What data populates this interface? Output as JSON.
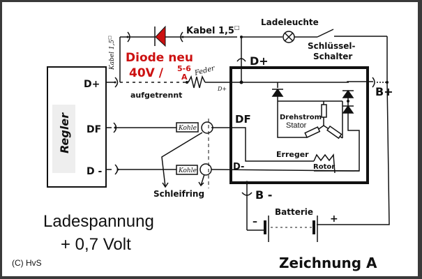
{
  "diagram": {
    "title": "Zeichnung A",
    "copyright": "(C) HvS",
    "caption_line1": "Ladespannung",
    "caption_line2": "+ 0,7 Volt",
    "regulator": {
      "label": "Regler",
      "terminals": [
        "D+",
        "DF",
        "D -"
      ]
    },
    "alternator": {
      "terminals": {
        "d_plus": "D+",
        "b_plus": "B+",
        "b_minus": "B -",
        "df": "DF",
        "d_minus": "D-",
        "d_plus_small": "D+"
      },
      "stator_line1": "Drehstrom",
      "stator_line2": "Stator",
      "rotor_line1": "Erreger",
      "rotor_line2": "Rotor"
    },
    "diode": {
      "label_line1": "Diode neu",
      "label_voltage": "40V /",
      "label_current_top": "5-6",
      "label_current_bottom": "A",
      "color": "#cc1111"
    },
    "cable_top": "Kabel 1,5",
    "cable_top_unit": "□",
    "cable_vertical": "Kabel 1,5",
    "cable_vertical_unit": "□",
    "separated": "aufgetrennt",
    "spring": "Feder",
    "lamp": "Ladeleuchte",
    "switch_line1": "Schlüssel-",
    "switch_line2": "Schalter",
    "brush1": "Kohle",
    "brush2": "Kohle",
    "slip_ring": "Schleifring",
    "battery": {
      "label": "Batterie",
      "minus": "–",
      "plus": "+"
    }
  }
}
